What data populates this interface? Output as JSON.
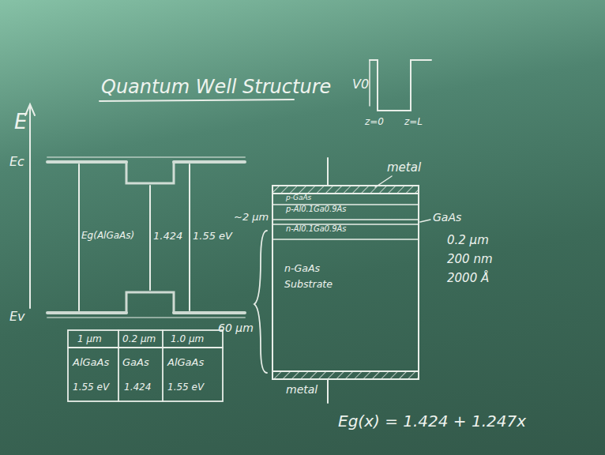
{
  "diagram": {
    "title": "Quantum Well Structure",
    "nodes": [
      {
        "text": [
          "p-GaAs"
        ]
      },
      {
        "text": [
          "p-Al0.1Ga0.9As"
        ]
      },
      {
        "text": [
          "n-Al0.1Ga0.9As"
        ]
      },
      {
        "text": [
          "n-GaAs",
          "Substrate"
        ]
      }
    ],
    "labels": [
      "E",
      "Ec",
      "Ev",
      "Eg(AlGaAs)",
      "1.424",
      "1.55 eV",
      "~2 µm",
      "60 µm",
      "1 µm",
      "0.2 µm",
      "1.0 µm",
      "AlGaAs",
      "GaAs",
      "AlGaAs",
      "1.55 eV",
      "1.424",
      "1.55 eV",
      "V0",
      "z=0",
      "z=L",
      "metal",
      "metal",
      "GaAs",
      "0.2 µm",
      "200 nm",
      "2000 Å",
      "Eg(x) = 1.424 + 1.247x"
    ]
  }
}
